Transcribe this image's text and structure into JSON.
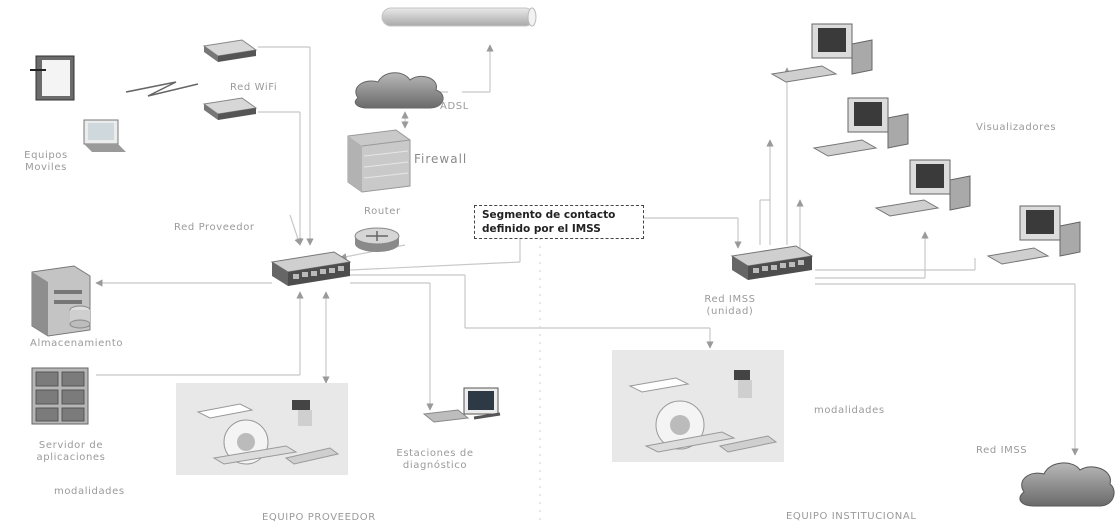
{
  "callout": {
    "line1": "Segmento de contacto",
    "line2": "definido por el IMSS"
  },
  "labels": {
    "equipos_moviles_1": "Equipos",
    "equipos_moviles_2": "Moviles",
    "red_wifi": "Red WiFi",
    "adsl": "ADSL",
    "firewall": "Firewall",
    "router": "Router",
    "red_proveedor": "Red Proveedor",
    "almacenamiento": "Almacenamiento",
    "servidor_1": "Servidor de",
    "servidor_2": "aplicaciones",
    "modalidades_left": "modalidades",
    "estaciones_1": "Estaciones de",
    "estaciones_2": "diagnóstico",
    "equipo_proveedor": "EQUIPO PROVEEDOR",
    "red_imss_unidad_1": "Red IMSS",
    "red_imss_unidad_2": "(unidad)",
    "visualizadores": "Visualizadores",
    "modalidades_right": "modalidades",
    "red_imss": "Red IMSS",
    "equipo_institucional": "EQUIPO INSTITUCIONAL"
  },
  "icons": {
    "tablet": "tablet-icon",
    "monitor": "monitor-icon",
    "access_point": "access-point-icon",
    "cloud": "cloud-icon",
    "firewall": "firewall-icon",
    "router": "router-icon",
    "switch": "switch-icon",
    "server": "server-icon",
    "workstation": "workstation-icon",
    "modality": "imaging-modality-icon"
  },
  "colors": {
    "line": "#c8c8c8",
    "arrow": "#9a9a9a",
    "device_dark": "#555555",
    "device_light": "#d8d8d8",
    "callout_border": "#444444"
  }
}
